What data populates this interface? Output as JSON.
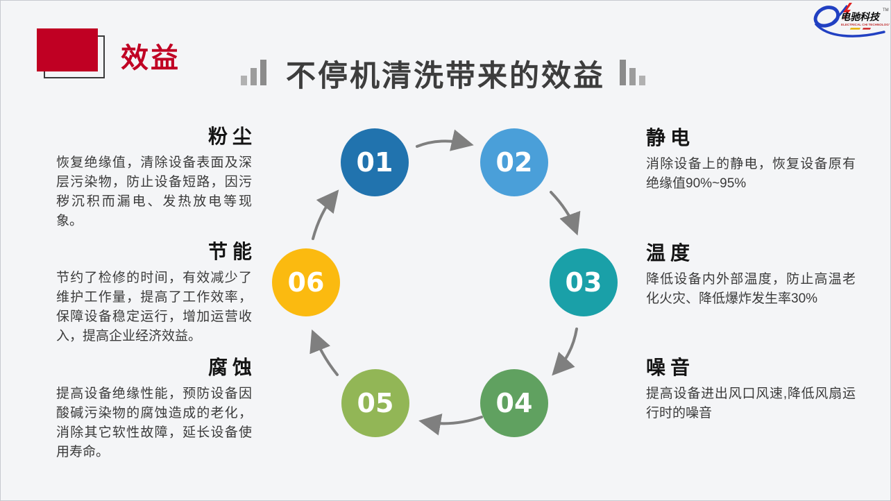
{
  "slide": {
    "section_label": "效益",
    "title": "不停机清洗带来的效益",
    "accent_red": "#c00023",
    "title_color": "#3d3d3d",
    "arrow_gray": "#7f7f7f",
    "background": "#f4f5f7"
  },
  "logo": {
    "company": "电驰科技",
    "tagline": "ELECTRICAL CHI TECHNOLOGY",
    "trademark": "TM",
    "swoosh_blue": "#2140c2",
    "bolt_red": "#e02020"
  },
  "benefits": {
    "left": [
      {
        "heading": "粉尘",
        "body": "恢复绝缘值，清除设备表面及深层污染物，防止设备短路，因污秽沉积而漏电、发热放电等现象。"
      },
      {
        "heading": "节能",
        "body": "节约了检修的时间，有效减少了维护工作量，提高了工作效率，保障设备稳定运行，增加运营收入，提高企业经济效益。"
      },
      {
        "heading": "腐蚀",
        "body": "提高设备绝缘性能，预防设备因酸碱污染物的腐蚀造成的老化，消除其它软性故障，延长设备使用寿命。"
      }
    ],
    "right": [
      {
        "heading": "静电",
        "body": "消除设备上的静电，恢复设备原有绝缘值90%~95%"
      },
      {
        "heading": "温度",
        "body": "降低设备内外部温度，防止高温老化火灾、降低爆炸发生率30%"
      },
      {
        "heading": "噪音",
        "body": "提高设备进出风口风速,降低风扇运行时的噪音"
      }
    ]
  },
  "cycle": [
    {
      "num": "01",
      "color": "#2173ae"
    },
    {
      "num": "02",
      "color": "#4a9fd9"
    },
    {
      "num": "03",
      "color": "#1aa0a8"
    },
    {
      "num": "04",
      "color": "#60a160"
    },
    {
      "num": "05",
      "color": "#92b656"
    },
    {
      "num": "06",
      "color": "#fbba10"
    }
  ]
}
